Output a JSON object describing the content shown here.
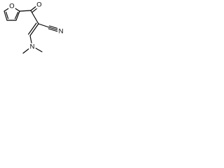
{
  "molecule": {
    "atoms": {
      "ring_oxygen": "O",
      "carbonyl_oxygen": "O",
      "nitrile_nitrogen": "N",
      "amine_nitrogen": "N"
    },
    "colors": {
      "bond": "#000000",
      "text": "#000000",
      "background": "#ffffff"
    }
  }
}
